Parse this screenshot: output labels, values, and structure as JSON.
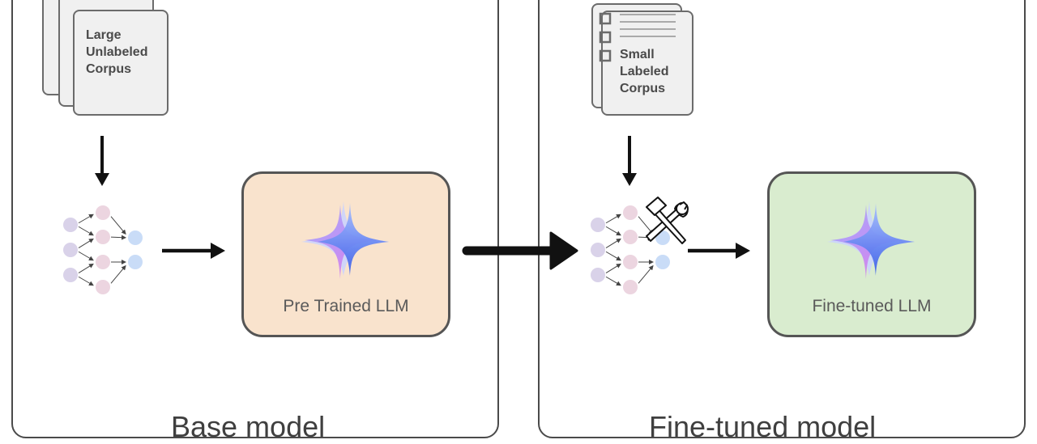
{
  "colors": {
    "pretrained_box": "#f9e3cd",
    "finetuned_box": "#d9eccf",
    "neuron_input": "#d9d2e9",
    "neuron_hidden": "#ecd5e0",
    "neuron_output": "#c9dcf7",
    "star_blue": "#4b6cf0",
    "star_pink": "#e07ae8"
  },
  "base_panel": {
    "title": "Base model",
    "corpus_label": "Large\nUnlabeled\nCorpus",
    "model_label": "Pre Trained LLM",
    "network_icon": "neural-network-icon",
    "model_icon": "sparkle-star-icon"
  },
  "finetune_panel": {
    "title": "Fine-tuned model",
    "corpus_label": "Small\nLabeled\nCorpus",
    "model_label": "Fine-tuned LLM",
    "network_icon": "neural-network-icon",
    "tools_icon": "hammer-wrench-icon",
    "model_icon": "sparkle-star-icon",
    "checklist_icon": "checklist-icon"
  }
}
